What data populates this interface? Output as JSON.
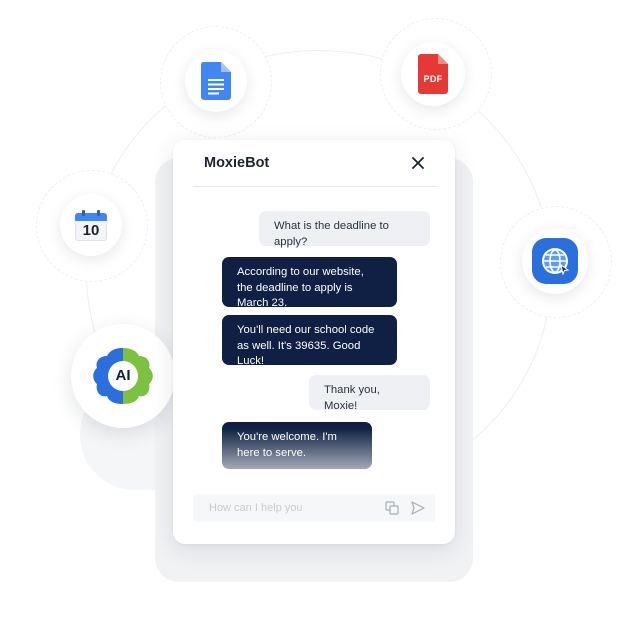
{
  "chat": {
    "title": "MoxieBot",
    "messages": [
      {
        "role": "user",
        "text": "What is the deadline to apply?"
      },
      {
        "role": "bot",
        "text": "According to our website, the deadline to apply is March 23."
      },
      {
        "role": "bot",
        "text": "You'll need our school code as well. It's 39635. Good Luck!"
      },
      {
        "role": "user",
        "text": "Thank you, Moxie!"
      },
      {
        "role": "bot",
        "text": "You're welcome. I'm here to serve."
      }
    ],
    "input_placeholder": "How can I help you"
  },
  "floating_icons": {
    "calendar_day": "10",
    "pdf_label": "PDF",
    "ai_badge": "AI",
    "names": [
      "google-docs-icon",
      "pdf-icon",
      "calendar-icon",
      "globe-icon",
      "ai-brain-icon"
    ]
  },
  "colors": {
    "bot_bubble": "#0f2044",
    "user_bubble": "#eef0f3",
    "pdf_red": "#e53935",
    "docs_blue": "#4285f4",
    "globe_blue": "#2a6fdb",
    "ai_green": "#7cc142"
  }
}
